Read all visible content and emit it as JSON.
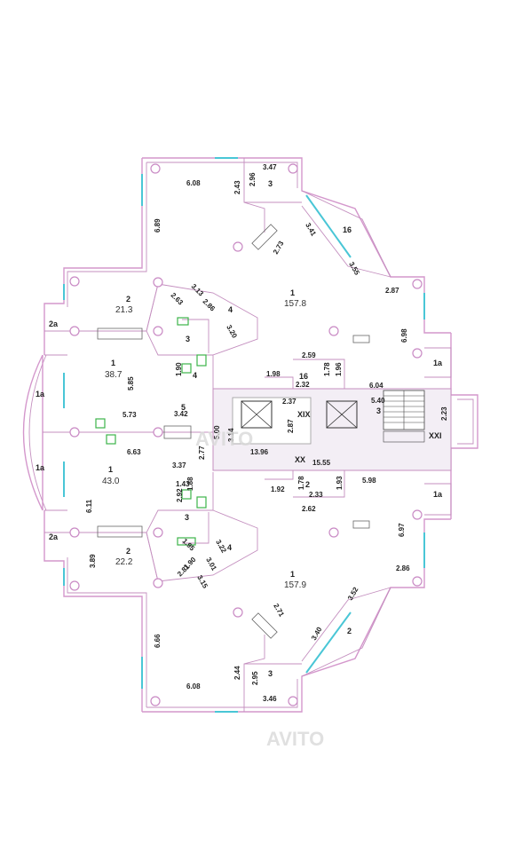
{
  "rooms": [
    {
      "id": "r1-top",
      "num": "1",
      "area": "157.8"
    },
    {
      "id": "r1-bot",
      "num": "1",
      "area": "157.9"
    },
    {
      "id": "r1-left-up",
      "num": "1",
      "area": "38.7"
    },
    {
      "id": "r1-left-down",
      "num": "1",
      "area": "43.0"
    },
    {
      "id": "r1a-1",
      "num": "1a"
    },
    {
      "id": "r1a-2",
      "num": "1a"
    },
    {
      "id": "r1a-3",
      "num": "1a"
    },
    {
      "id": "r1a-4",
      "num": "1a"
    },
    {
      "id": "r2-up",
      "num": "2",
      "area": "21.3"
    },
    {
      "id": "r2-down",
      "num": "2",
      "area": "22.2"
    },
    {
      "id": "r2a-1",
      "num": "2a"
    },
    {
      "id": "r2a-2",
      "num": "2a"
    },
    {
      "id": "r3-a",
      "num": "3"
    },
    {
      "id": "r3-b",
      "num": "3"
    },
    {
      "id": "r3-c",
      "num": "3"
    },
    {
      "id": "r3-d",
      "num": "3"
    },
    {
      "id": "r3-e",
      "num": "3"
    },
    {
      "id": "r4-a",
      "num": "4"
    },
    {
      "id": "r4-b",
      "num": "4"
    },
    {
      "id": "r4-c",
      "num": "4"
    },
    {
      "id": "r5",
      "num": "5"
    },
    {
      "id": "r16-top",
      "num": "16"
    },
    {
      "id": "r16-bot",
      "num": "16"
    },
    {
      "id": "r2-s1",
      "num": "2"
    },
    {
      "id": "r2-s2",
      "num": "2"
    },
    {
      "id": "rXIX",
      "num": "XIX"
    },
    {
      "id": "rXX",
      "num": "XX"
    },
    {
      "id": "rXXI",
      "num": "XXI"
    }
  ],
  "dimensions": [
    "3.47",
    "6.08",
    "2.43",
    "2.96",
    "6.89",
    "3.41",
    "2.73",
    "3.55",
    "2.87",
    "2.63",
    "3.13",
    "2.86",
    "3.20",
    "6.98",
    "1.90",
    "5.85",
    "2.59",
    "1.98",
    "1.78",
    "1.96",
    "2.32",
    "6.04",
    "5.40",
    "2.37",
    "2.23",
    "5.73",
    "3.42",
    "5.00",
    "3.14",
    "2.87",
    "6.63",
    "13.96",
    "15.55",
    "2.77",
    "3.37",
    "5.98",
    "1.43",
    "1.88",
    "2.92",
    "1.92",
    "1.78",
    "2.33",
    "1.93",
    "2.62",
    "6.11",
    "1.95",
    "3.22",
    "6.97",
    "3.89",
    "1.90",
    "2.81",
    "3.15",
    "3.01",
    "2.86",
    "3.52",
    "2.71",
    "6.66",
    "3.40",
    "2.44",
    "2.95",
    "6.08",
    "3.46"
  ],
  "watermark": "AVITO"
}
